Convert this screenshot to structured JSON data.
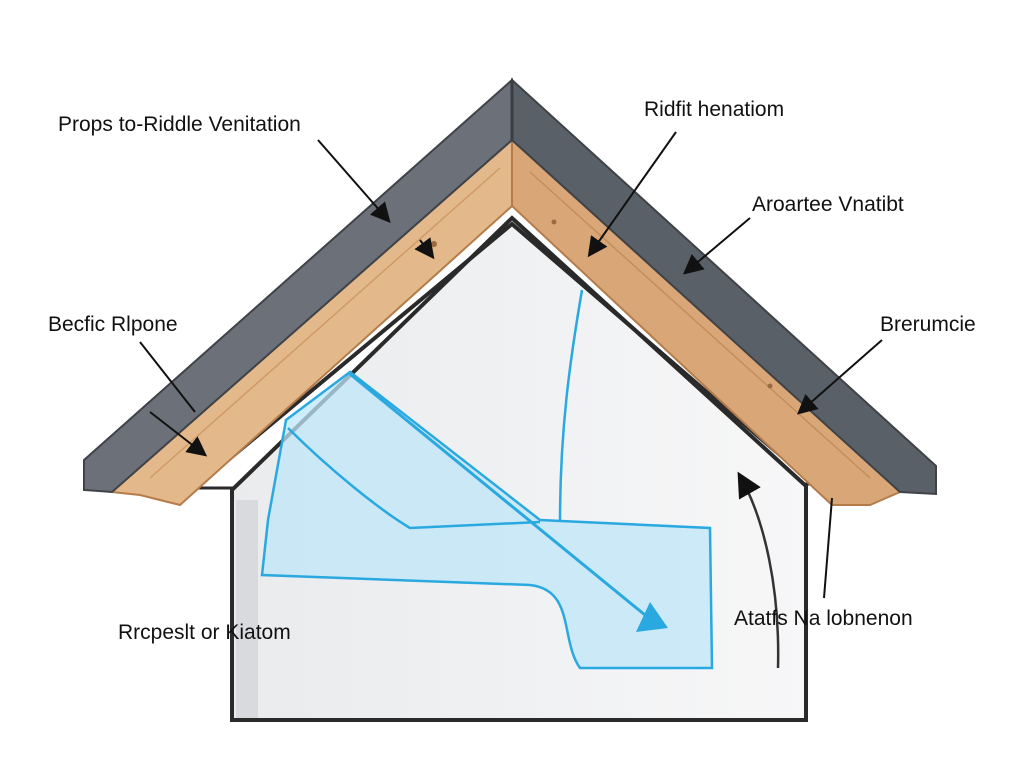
{
  "labels": {
    "top_left": "Props to-Riddle Venitation",
    "top_center": "Ridfit henatiom",
    "upper_right": "Aroartee Vnatibt",
    "left": "Becfic Rlpone",
    "right": "Brerumcie",
    "bottom_left": "Rrcpeslt or Kiatom",
    "bottom_right": "Atatfs Na lobnenon"
  },
  "colors": {
    "roof_gray": "#6b7079",
    "roof_gray_dark": "#4f545b",
    "timber": "#e3b98c",
    "timber_dark": "#c48d5c",
    "airflow": "#29a9e0",
    "airflow_fill": "#bfe6f8",
    "wall": "#f1f2f3"
  }
}
